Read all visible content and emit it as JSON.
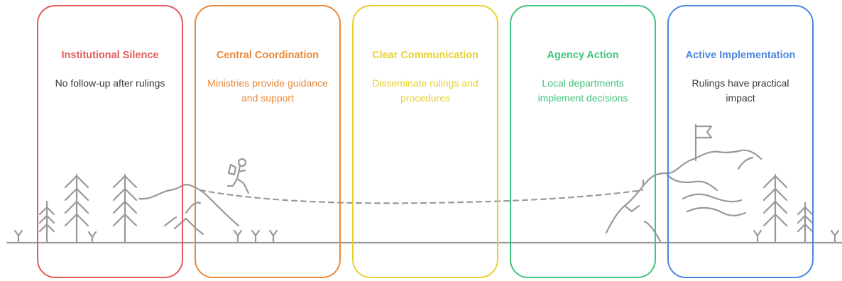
{
  "stages": [
    {
      "title": "Institutional Silence",
      "description": "No follow-up after rulings",
      "color": "#e35b5b"
    },
    {
      "title": "Central Coordination",
      "description": "Ministries provide guidance and support",
      "color": "#e8893a"
    },
    {
      "title": "Clear Communication",
      "description": "Disseminate rulings and procedures",
      "color": "#e7d131"
    },
    {
      "title": "Agency Action",
      "description": "Local departments implement decisions",
      "color": "#3fc47d"
    },
    {
      "title": "Active Implementation",
      "description": "Rulings have practical impact",
      "color": "#4b86de"
    }
  ],
  "landscape": {
    "line_color": "#999999",
    "icons": [
      "tree-icon",
      "hiker-icon",
      "flag-icon",
      "mountain-icon",
      "grass-icon"
    ]
  }
}
